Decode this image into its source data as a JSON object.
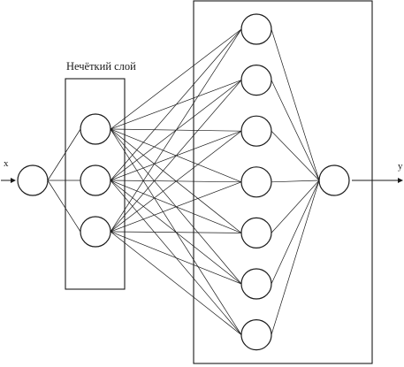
{
  "diagram": {
    "input_label": "x",
    "output_label": "y",
    "fuzzy_layer_label": "Нечёткий слой",
    "layers": {
      "input": 1,
      "fuzzy": 3,
      "hidden": 7,
      "output": 1
    },
    "colors": {
      "stroke": "#1a1a1a",
      "background": "#ffffff"
    }
  }
}
